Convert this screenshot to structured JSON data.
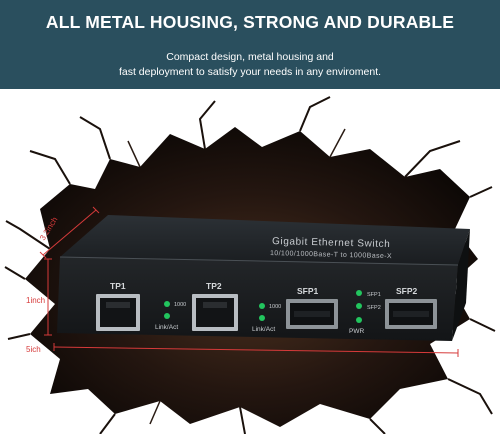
{
  "banner": {
    "title": "ALL METAL HOUSING, STRONG AND DURABLE",
    "subtitle_line1": "Compact design, metal housing and",
    "subtitle_line2": "fast deployment to satisfy your needs in any enviroment.",
    "background": "#2a4f5e"
  },
  "device": {
    "top_label": "Gigabit Ethernet Switch",
    "top_sublabel": "10/100/1000Base-T to 1000Base-X",
    "ports": {
      "tp1": "TP1",
      "tp2": "TP2",
      "sfp1": "SFP1",
      "sfp2": "SFP2"
    },
    "led_labels": {
      "speed1": "1000",
      "link1": "Link/Act",
      "speed2": "1000",
      "link2": "Link/Act",
      "sfp1": "SFP1",
      "sfp2": "SFP2",
      "pwr": "PWR"
    },
    "led_color": "#22c55e",
    "body_color": "#1d2023"
  },
  "dimensions": {
    "depth": "3.2inch",
    "height": "1inch",
    "width": "5ich",
    "line_color": "#d63a3a"
  }
}
